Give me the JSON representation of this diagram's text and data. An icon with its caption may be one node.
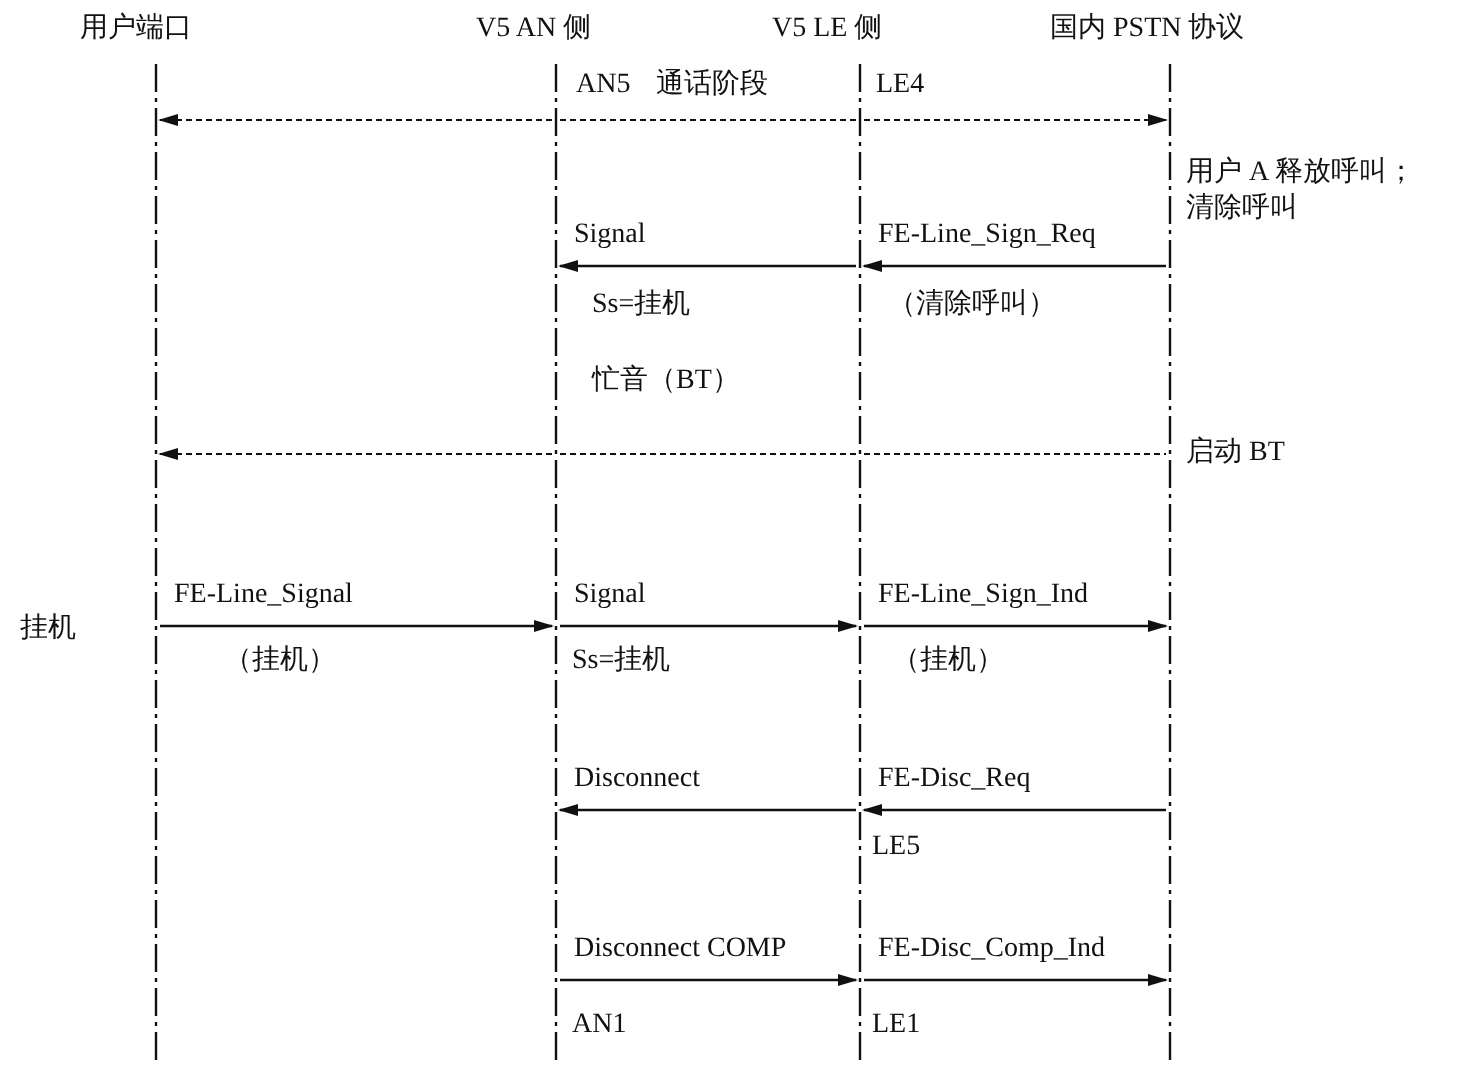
{
  "diagram": {
    "nodes": [
      {
        "text": [
          "用户端口"
        ]
      },
      {
        "text": [
          "V5 AN 侧"
        ]
      },
      {
        "text": [
          "V5 LE 侧"
        ]
      },
      {
        "text": [
          "国内 PSTN 协议"
        ]
      }
    ],
    "edges": [
      {
        "from": 1,
        "to": 0,
        "arrow": "to",
        "style": "dashed"
      },
      {
        "from": 1,
        "to": 2,
        "arrow": "none",
        "style": "dashed"
      },
      {
        "from": 2,
        "to": 3,
        "arrow": "to",
        "style": "dashed"
      },
      {
        "from": 3,
        "to": 2,
        "arrow": "to",
        "label": "FE-Line_Sign_Req"
      },
      {
        "from": 2,
        "to": 1,
        "arrow": "to",
        "label": "Signal"
      },
      {
        "from": 1,
        "to": 0,
        "arrow": "to",
        "style": "dashed"
      },
      {
        "from": 1,
        "to": 2,
        "arrow": "none",
        "style": "dashed"
      },
      {
        "from": 2,
        "to": 3,
        "arrow": "none",
        "style": "dashed"
      },
      {
        "from": 0,
        "to": 1,
        "arrow": "to",
        "label": "FE-Line_Signal"
      },
      {
        "from": 1,
        "to": 2,
        "arrow": "to",
        "label": "Signal"
      },
      {
        "from": 2,
        "to": 3,
        "arrow": "to",
        "label": "FE-Line_Sign_Ind"
      },
      {
        "from": 3,
        "to": 2,
        "arrow": "to",
        "label": "FE-Disc_Req"
      },
      {
        "from": 2,
        "to": 1,
        "arrow": "to",
        "label": "Disconnect"
      },
      {
        "from": 1,
        "to": 2,
        "arrow": "to",
        "label": "Disconnect COMP"
      },
      {
        "from": 2,
        "to": 3,
        "arrow": "to",
        "label": "FE-Disc_Comp_Ind"
      }
    ],
    "labels": [
      "AN5",
      "通话阶段",
      "LE4",
      "用户 A 释放呼叫；清除呼叫",
      "Ss=挂机",
      "（清除呼叫）",
      "忙音（BT）",
      "启动 BT",
      "挂机",
      "（挂机）",
      "Ss=挂机",
      "（挂机）",
      "LE5",
      "AN1",
      "LE1"
    ]
  }
}
